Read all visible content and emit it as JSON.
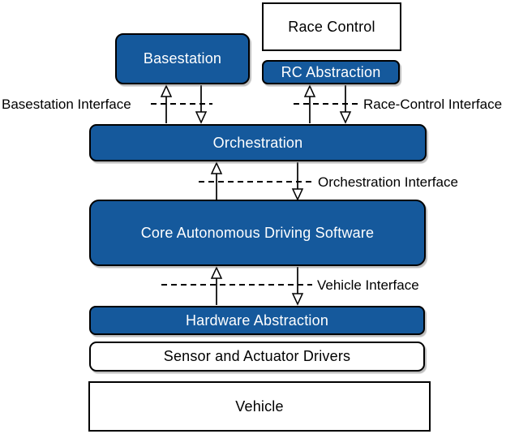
{
  "diagram": {
    "background": "#ffffff",
    "colors": {
      "module_fill": "#15599C",
      "module_text": "#ffffff",
      "external_fill": "#ffffff",
      "external_text": "#000000",
      "border": "#000000",
      "interface_label_text": "#000000"
    },
    "nodes": {
      "race_control": {
        "label": "Race Control",
        "style": "plain"
      },
      "basestation": {
        "label": "Basestation",
        "style": "module"
      },
      "rc_abstraction": {
        "label": "RC Abstraction",
        "style": "module"
      },
      "orchestration": {
        "label": "Orchestration",
        "style": "module"
      },
      "core_ads": {
        "label": "Core Autonomous Driving Software",
        "style": "module"
      },
      "hardware_abstraction": {
        "label": "Hardware Abstraction",
        "style": "module"
      },
      "sensor_actuator_drivers": {
        "label": "Sensor and Actuator Drivers",
        "style": "plain"
      },
      "vehicle": {
        "label": "Vehicle",
        "style": "plain"
      }
    },
    "interfaces": {
      "basestation_interface": "Basestation Interface",
      "race_control_interface": "Race-Control Interface",
      "orchestration_interface": "Orchestration Interface",
      "vehicle_interface": "Vehicle Interface"
    }
  }
}
